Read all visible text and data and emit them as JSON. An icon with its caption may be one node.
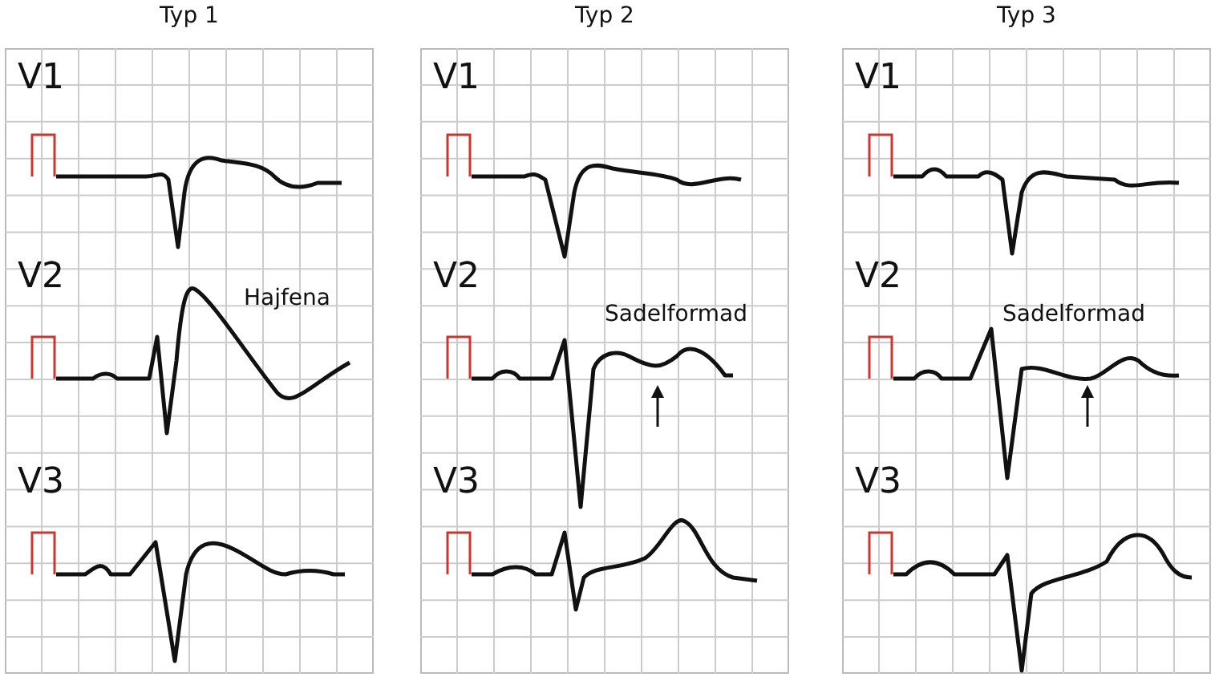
{
  "diagram": {
    "nodes": [
      {
        "text": [
          "Typ 1",
          "V1",
          "V2",
          "Hajfena",
          "V3"
        ]
      },
      {
        "text": [
          "Typ 2",
          "V1",
          "V2",
          "Sadelformad",
          "V3"
        ]
      },
      {
        "text": [
          "Typ 3",
          "V1",
          "V2",
          "Sadelformad",
          "V3"
        ]
      }
    ]
  }
}
